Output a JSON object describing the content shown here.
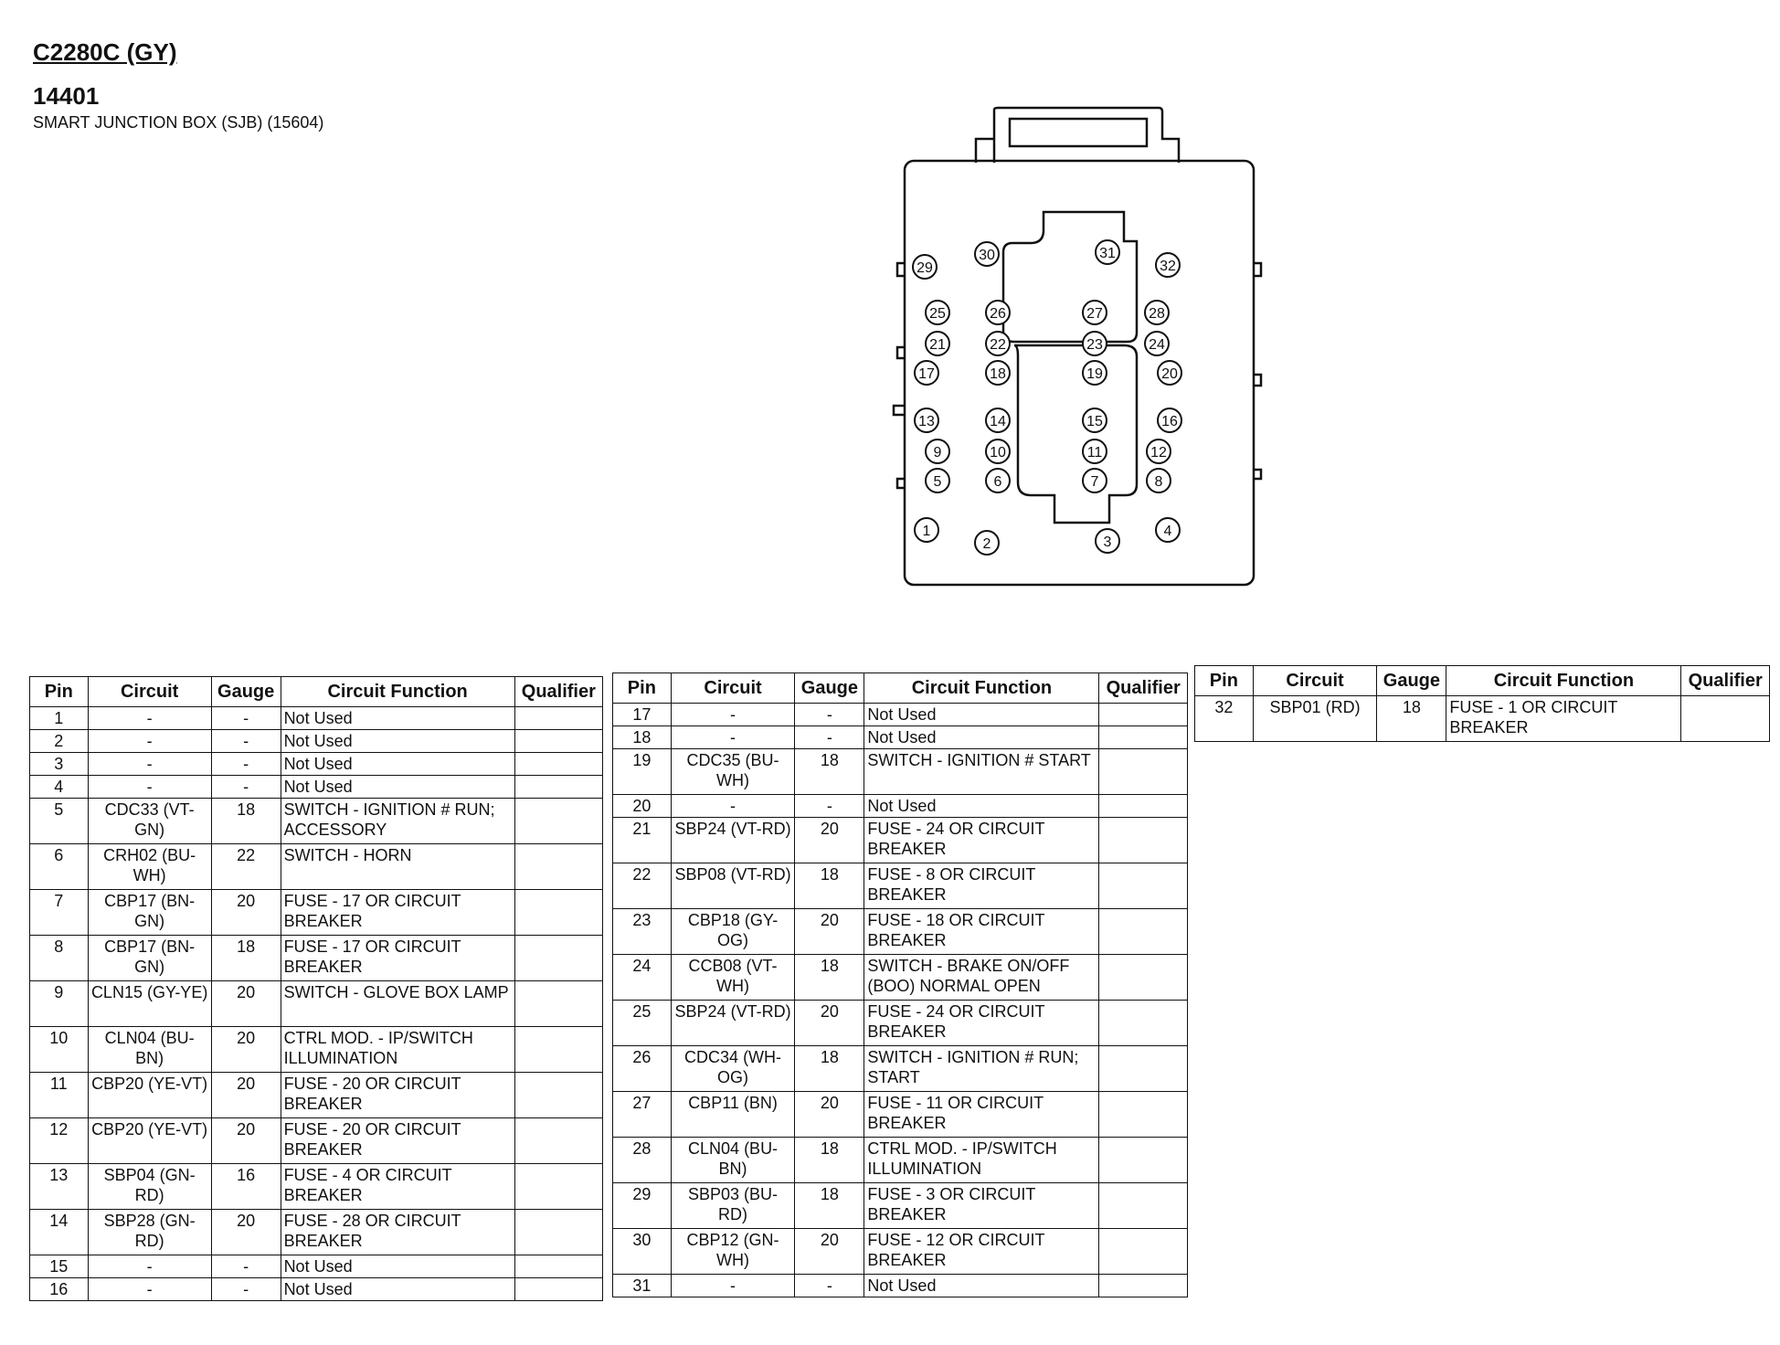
{
  "header": {
    "connector": "C2280C (GY)",
    "component_number": "14401",
    "component_name": "SMART JUNCTION BOX (SJB) (15604)"
  },
  "table_columns": [
    "Pin",
    "Circuit",
    "Gauge",
    "Circuit Function",
    "Qualifier"
  ],
  "pins": [
    {
      "pin": "1",
      "circuit": "-",
      "gauge": "-",
      "function": "Not Used",
      "qualifier": ""
    },
    {
      "pin": "2",
      "circuit": "-",
      "gauge": "-",
      "function": "Not Used",
      "qualifier": ""
    },
    {
      "pin": "3",
      "circuit": "-",
      "gauge": "-",
      "function": "Not Used",
      "qualifier": ""
    },
    {
      "pin": "4",
      "circuit": "-",
      "gauge": "-",
      "function": "Not Used",
      "qualifier": ""
    },
    {
      "pin": "5",
      "circuit": "CDC33 (VT-GN)",
      "gauge": "18",
      "function": "SWITCH - IGNITION # RUN; ACCESSORY",
      "qualifier": ""
    },
    {
      "pin": "6",
      "circuit": "CRH02 (BU-WH)",
      "gauge": "22",
      "function": "SWITCH - HORN",
      "qualifier": ""
    },
    {
      "pin": "7",
      "circuit": "CBP17 (BN-GN)",
      "gauge": "20",
      "function": "FUSE - 17 OR CIRCUIT BREAKER",
      "qualifier": ""
    },
    {
      "pin": "8",
      "circuit": "CBP17 (BN-GN)",
      "gauge": "18",
      "function": "FUSE - 17 OR CIRCUIT BREAKER",
      "qualifier": ""
    },
    {
      "pin": "9",
      "circuit": "CLN15 (GY-YE)",
      "gauge": "20",
      "function": "SWITCH - GLOVE BOX LAMP",
      "qualifier": ""
    },
    {
      "pin": "10",
      "circuit": "CLN04 (BU-BN)",
      "gauge": "20",
      "function": "CTRL MOD. - IP/SWITCH ILLUMINATION",
      "qualifier": ""
    },
    {
      "pin": "11",
      "circuit": "CBP20 (YE-VT)",
      "gauge": "20",
      "function": "FUSE - 20 OR CIRCUIT BREAKER",
      "qualifier": ""
    },
    {
      "pin": "12",
      "circuit": "CBP20 (YE-VT)",
      "gauge": "20",
      "function": "FUSE - 20 OR CIRCUIT BREAKER",
      "qualifier": ""
    },
    {
      "pin": "13",
      "circuit": "SBP04 (GN-RD)",
      "gauge": "16",
      "function": "FUSE - 4 OR CIRCUIT BREAKER",
      "qualifier": ""
    },
    {
      "pin": "14",
      "circuit": "SBP28 (GN-RD)",
      "gauge": "20",
      "function": "FUSE - 28 OR CIRCUIT BREAKER",
      "qualifier": ""
    },
    {
      "pin": "15",
      "circuit": "-",
      "gauge": "-",
      "function": "Not Used",
      "qualifier": ""
    },
    {
      "pin": "16",
      "circuit": "-",
      "gauge": "-",
      "function": "Not Used",
      "qualifier": ""
    },
    {
      "pin": "17",
      "circuit": "-",
      "gauge": "-",
      "function": "Not Used",
      "qualifier": ""
    },
    {
      "pin": "18",
      "circuit": "-",
      "gauge": "-",
      "function": "Not Used",
      "qualifier": ""
    },
    {
      "pin": "19",
      "circuit": "CDC35 (BU-WH)",
      "gauge": "18",
      "function": "SWITCH - IGNITION # START",
      "qualifier": ""
    },
    {
      "pin": "20",
      "circuit": "-",
      "gauge": "-",
      "function": "Not Used",
      "qualifier": ""
    },
    {
      "pin": "21",
      "circuit": "SBP24 (VT-RD)",
      "gauge": "20",
      "function": "FUSE - 24 OR CIRCUIT BREAKER",
      "qualifier": ""
    },
    {
      "pin": "22",
      "circuit": "SBP08 (VT-RD)",
      "gauge": "18",
      "function": "FUSE - 8 OR CIRCUIT BREAKER",
      "qualifier": ""
    },
    {
      "pin": "23",
      "circuit": "CBP18 (GY-OG)",
      "gauge": "20",
      "function": "FUSE - 18 OR CIRCUIT BREAKER",
      "qualifier": ""
    },
    {
      "pin": "24",
      "circuit": "CCB08 (VT-WH)",
      "gauge": "18",
      "function": "SWITCH - BRAKE ON/OFF (BOO) NORMAL OPEN",
      "qualifier": ""
    },
    {
      "pin": "25",
      "circuit": "SBP24 (VT-RD)",
      "gauge": "20",
      "function": "FUSE - 24 OR CIRCUIT BREAKER",
      "qualifier": ""
    },
    {
      "pin": "26",
      "circuit": "CDC34 (WH-OG)",
      "gauge": "18",
      "function": "SWITCH - IGNITION # RUN; START",
      "qualifier": ""
    },
    {
      "pin": "27",
      "circuit": "CBP11 (BN)",
      "gauge": "20",
      "function": "FUSE - 11 OR CIRCUIT BREAKER",
      "qualifier": ""
    },
    {
      "pin": "28",
      "circuit": "CLN04 (BU-BN)",
      "gauge": "18",
      "function": "CTRL MOD. - IP/SWITCH ILLUMINATION",
      "qualifier": ""
    },
    {
      "pin": "29",
      "circuit": "SBP03 (BU-RD)",
      "gauge": "18",
      "function": "FUSE - 3 OR CIRCUIT BREAKER",
      "qualifier": ""
    },
    {
      "pin": "30",
      "circuit": "CBP12 (GN-WH)",
      "gauge": "20",
      "function": "FUSE - 12 OR CIRCUIT BREAKER",
      "qualifier": ""
    },
    {
      "pin": "31",
      "circuit": "-",
      "gauge": "-",
      "function": "Not Used",
      "qualifier": ""
    },
    {
      "pin": "32",
      "circuit": "SBP01 (RD)",
      "gauge": "18",
      "function": "FUSE - 1 OR CIRCUIT BREAKER",
      "qualifier": ""
    }
  ],
  "connector_face": {
    "pin_labels": [
      "1",
      "2",
      "3",
      "4",
      "5",
      "6",
      "7",
      "8",
      "9",
      "10",
      "11",
      "12",
      "13",
      "14",
      "15",
      "16",
      "17",
      "18",
      "19",
      "20",
      "21",
      "22",
      "23",
      "24",
      "25",
      "26",
      "27",
      "28",
      "29",
      "30",
      "31",
      "32"
    ]
  }
}
